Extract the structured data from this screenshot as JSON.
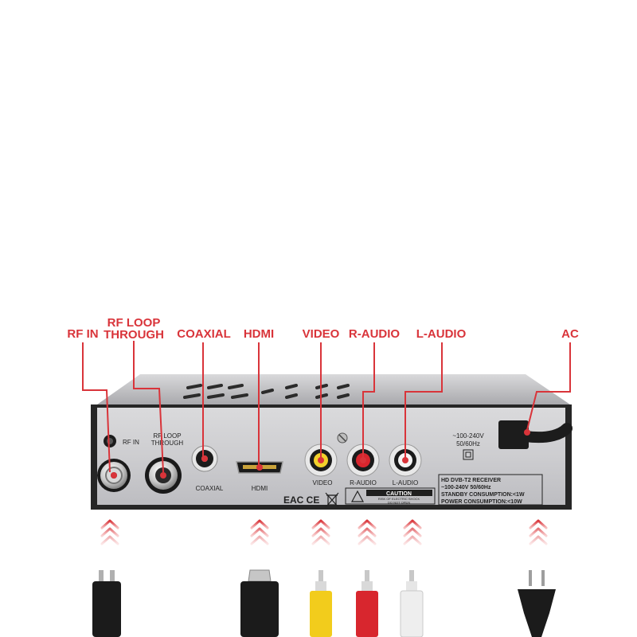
{
  "colors": {
    "accent_red": "#d9343a",
    "chassis_silver": "#cfcfd1",
    "chassis_dark": "#2a2a2a",
    "background": "#ffffff"
  },
  "callouts": {
    "rf_in": "RF IN",
    "rf_loop_line1": "RF LOOP",
    "rf_loop_line2": "THROUGH",
    "coaxial": "COAXIAL",
    "hdmi": "HDMI",
    "video": "VIDEO",
    "r_audio": "R-AUDIO",
    "l_audio": "L-AUDIO",
    "ac": "AC"
  },
  "panel": {
    "rf_in": "RF IN",
    "rf_loop_line1": "RF LOOP",
    "rf_loop_line2": "THROUGH",
    "coaxial": "COAXIAL",
    "hdmi": "HDMI",
    "video": "VIDEO",
    "r_audio": "R-AUDIO",
    "l_audio": "L-AUDIO",
    "voltage": "~100-240V",
    "frequency": "50/60Hz",
    "marks": "EAC CE",
    "caution": "CAUTION",
    "caution_sub1": "RISK OF ELECTRIC SHOCK",
    "caution_sub2": "DO NOT OPEN"
  },
  "spec_plate": {
    "line1": "HD DVB-T2 RECEIVER",
    "line2": "~100-240V 50/60Hz",
    "line3": "STANDBY CONSUMPTION:<1W",
    "line4": "POWER CONSUMPTION:<10W"
  },
  "icons": [
    "chevron-up-icon",
    "weee-bin-icon",
    "warning-triangle-icon",
    "class-ii-icon",
    "plug-icon"
  ]
}
